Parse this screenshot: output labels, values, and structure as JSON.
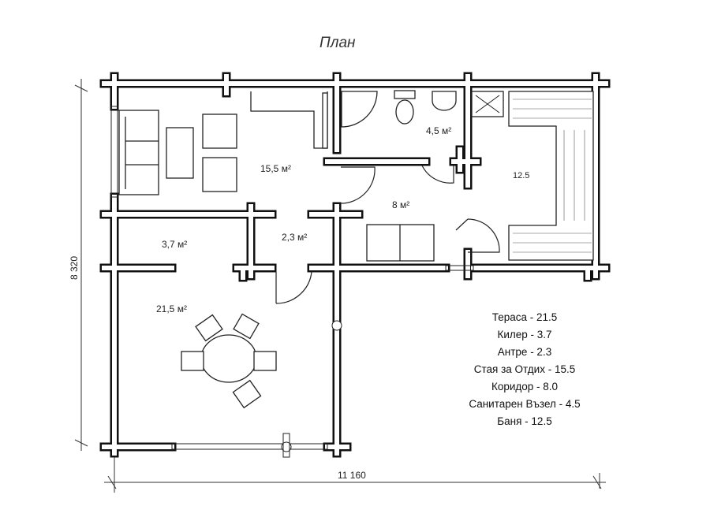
{
  "title": "План",
  "rooms": {
    "living": "15,5 м²",
    "bathroom": "4,5 м²",
    "corridor": "8 м²",
    "pantry": "3,7 м²",
    "entry": "2,3 м²",
    "terrace": "21,5 м²",
    "sauna": "12.5"
  },
  "dimensions": {
    "height": "8 320",
    "width": "11 160"
  },
  "legend": [
    "Тераса - 21.5",
    "Килер - 3.7",
    "Антре - 2.3",
    "Стая за Отдих - 15.5",
    "Коридор - 8.0",
    "Санитарен Възел - 4.5",
    "Баня - 12.5"
  ]
}
